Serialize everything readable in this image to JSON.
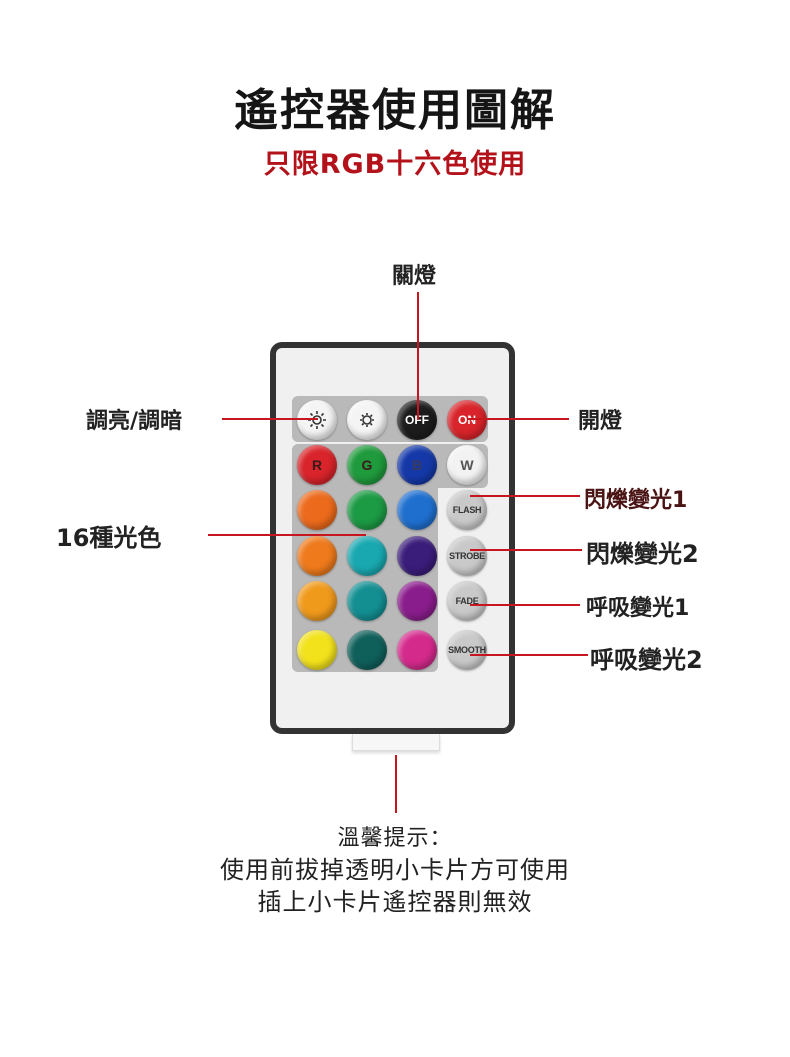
{
  "title": "遙控器使用圖解",
  "subtitle": "只限RGB十六色使用",
  "callouts": {
    "off": "關燈",
    "on": "開燈",
    "dim": "調亮/調暗",
    "colors": "16種光色",
    "flash": "閃爍變光1",
    "strobe": "閃爍變光2",
    "fade": "呼吸變光1",
    "smooth": "呼吸變光2"
  },
  "buttons": {
    "off": "OFF",
    "on": "ON",
    "r": "R",
    "g": "G",
    "b": "B",
    "w": "W",
    "flash": "FLASH",
    "strobe": "STROBE",
    "fade": "FADE",
    "smooth": "SMOOTH"
  },
  "colors": {
    "accent": "#b3121a",
    "remote_body": "#f0f0f0",
    "remote_border": "#333333",
    "panel": "#b9b9b9",
    "rows": [
      [
        "#d8242a",
        "#1f9a3c",
        "#1438a8",
        "#f2f2f2"
      ],
      [
        "#ec6a1c",
        "#1c9a44",
        "#1f6fcf",
        "#c9c9c9"
      ],
      [
        "#ee7a1c",
        "#19a8b0",
        "#3a1c7a",
        "#c9c9c9"
      ],
      [
        "#f09a1c",
        "#138f92",
        "#8a1d8c",
        "#c9c9c9"
      ],
      [
        "#f2e21c",
        "#0f5f5a",
        "#d42a8c",
        "#c9c9c9"
      ]
    ]
  },
  "note": {
    "title": "溫馨提示：",
    "line1": "使用前拔掉透明小卡片方可使用",
    "line2": "插上小卡片遙控器則無效"
  }
}
